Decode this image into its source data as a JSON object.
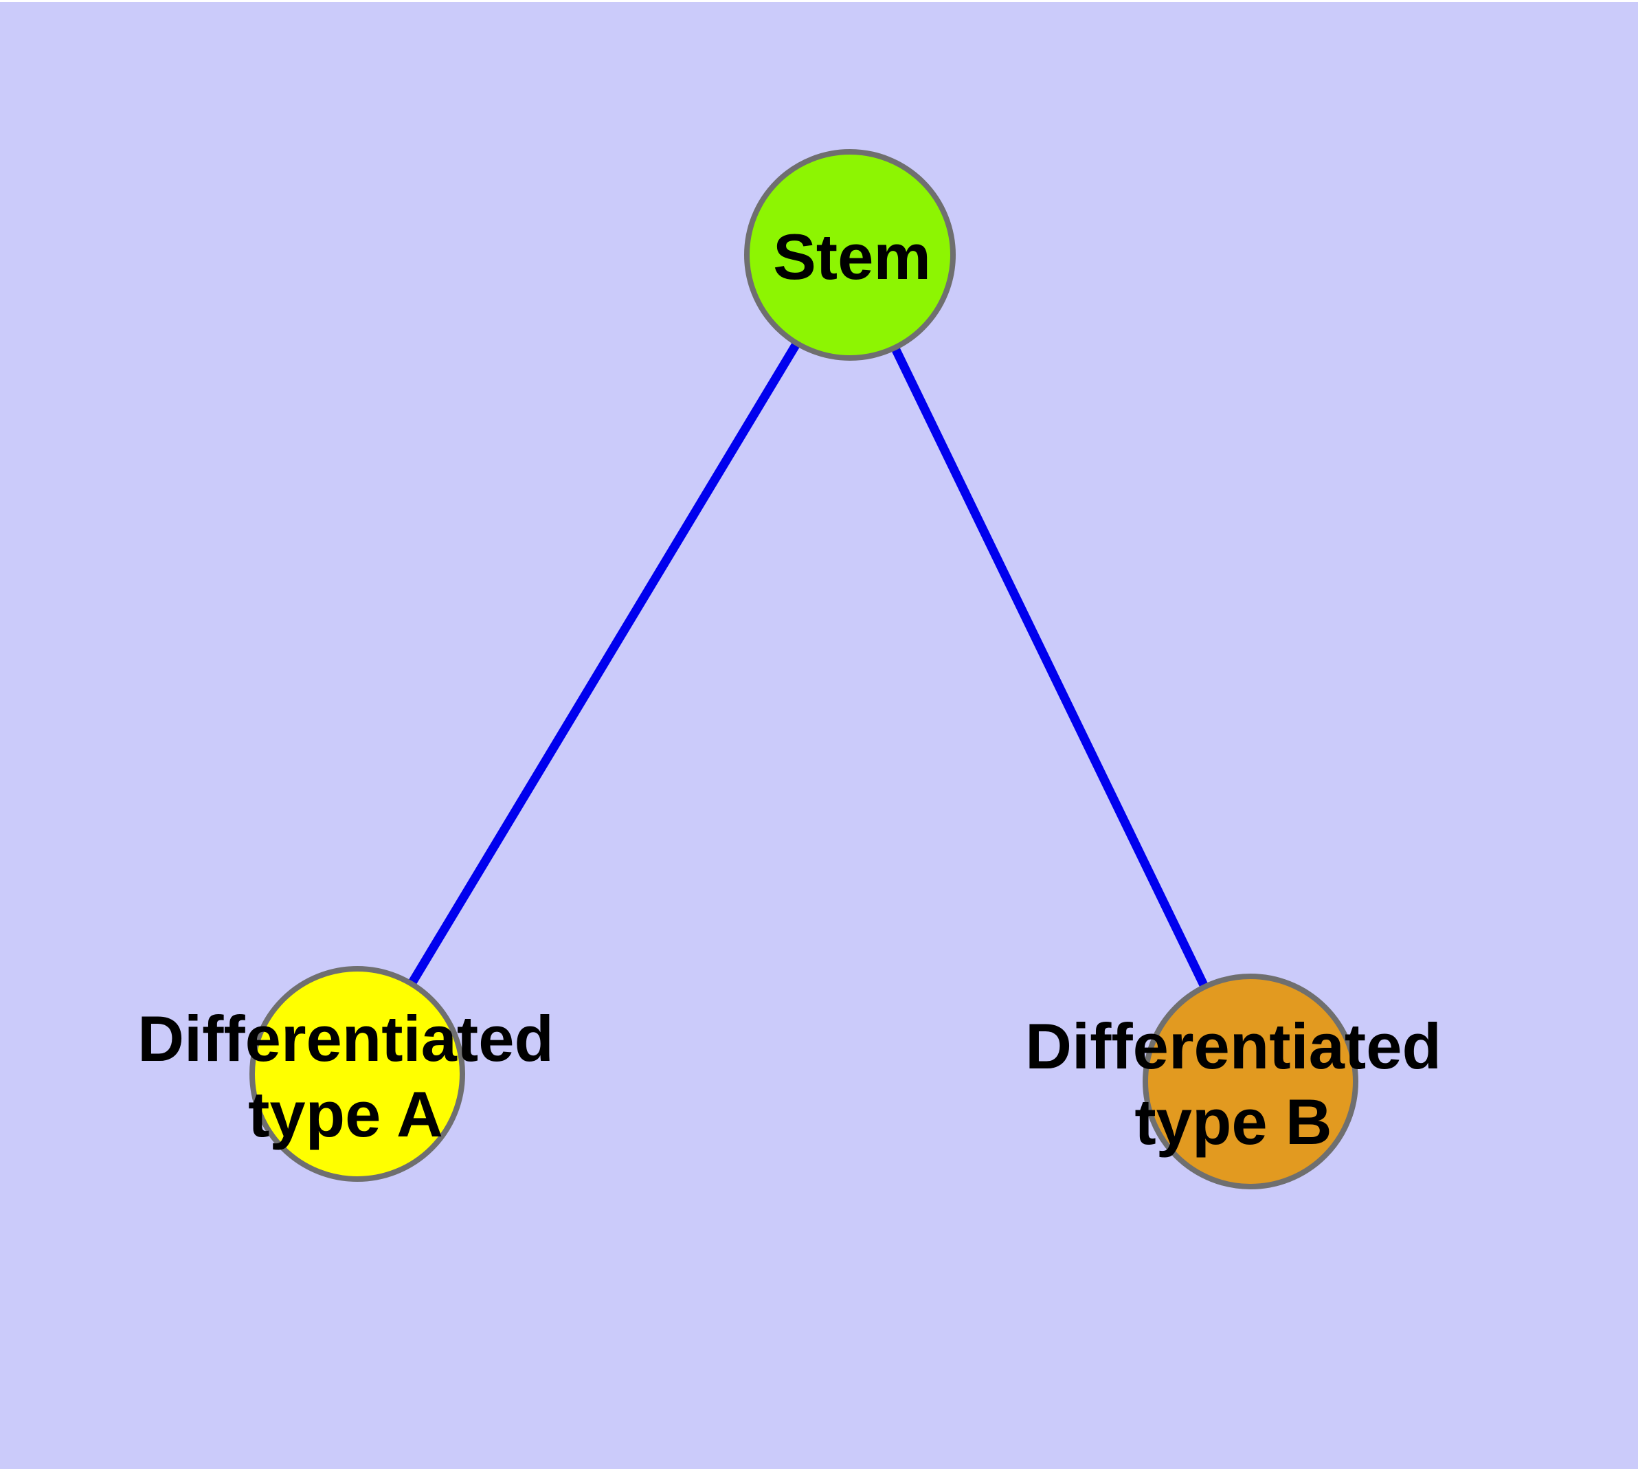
{
  "canvas": {
    "background": "#CBCBFA",
    "top_strip_color": "#FFFFFF"
  },
  "graph": {
    "style": {
      "edge_color": "#0000EE",
      "node_border_color": "#6F6F6F",
      "label_color": "#000000"
    },
    "nodes": [
      {
        "id": "stem",
        "label_lines": [
          "Stem"
        ],
        "fill": "#8DF502"
      },
      {
        "id": "differentiated-type-a",
        "label_lines": [
          "Differentiated",
          "type A"
        ],
        "fill": "#FFFF00"
      },
      {
        "id": "differentiated-type-b",
        "label_lines": [
          "Differentiated",
          "type B"
        ],
        "fill": "#E29A20"
      }
    ],
    "edges": [
      {
        "from": "Stem",
        "to": "Differentiated type A"
      },
      {
        "from": "Stem",
        "to": "Differentiated type B"
      }
    ]
  }
}
